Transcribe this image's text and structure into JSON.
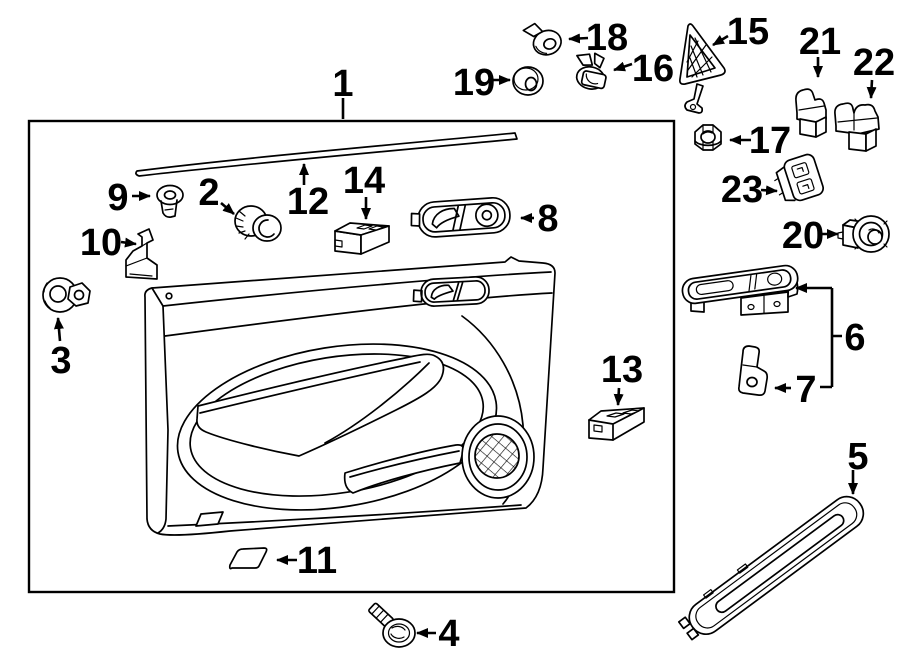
{
  "colors": {
    "background": "#ffffff",
    "line": "#000000",
    "label_text": "#000000"
  },
  "callouts": [
    {
      "number": "1"
    },
    {
      "number": "2"
    },
    {
      "number": "3"
    },
    {
      "number": "4"
    },
    {
      "number": "5"
    },
    {
      "number": "6"
    },
    {
      "number": "7"
    },
    {
      "number": "8"
    },
    {
      "number": "9"
    },
    {
      "number": "10"
    },
    {
      "number": "11"
    },
    {
      "number": "12"
    },
    {
      "number": "13"
    },
    {
      "number": "14"
    },
    {
      "number": "15"
    },
    {
      "number": "16"
    },
    {
      "number": "17"
    },
    {
      "number": "18"
    },
    {
      "number": "19"
    },
    {
      "number": "20"
    },
    {
      "number": "21"
    },
    {
      "number": "22"
    },
    {
      "number": "23"
    }
  ]
}
